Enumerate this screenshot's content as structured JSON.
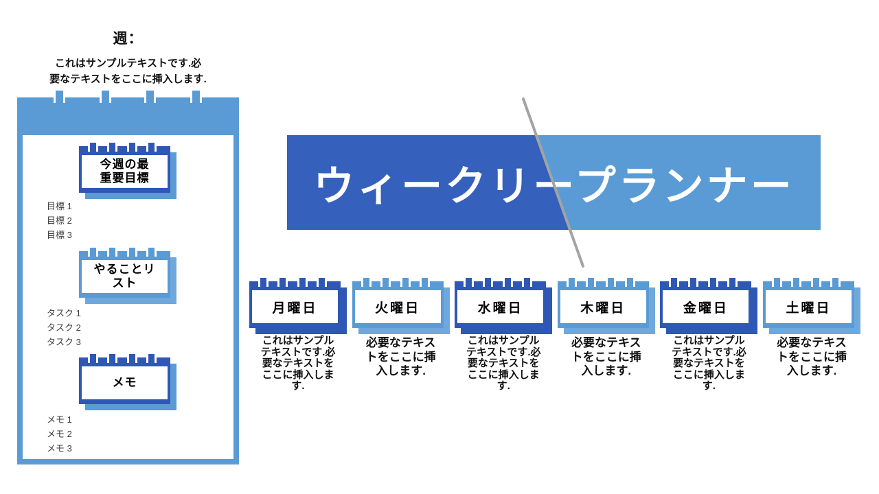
{
  "colors": {
    "dark_blue": "#2F57B5",
    "banner_dark_blue": "#3560BC",
    "medium_blue": "#5B9BD5",
    "light_shadow_blue": "#6FA8DC",
    "line_gray": "#A3A3A3",
    "text_black": "#1A1A1A",
    "white": "#FFFFFF"
  },
  "header": {
    "week_label": "週：",
    "week_note": "これはサンプルテキストです.必\n要なテキストをここに挿入します."
  },
  "title": {
    "text": "ウィークリープランナー"
  },
  "panel": {
    "sections": [
      {
        "title": "今週の最\n重要目標",
        "tone": "dark",
        "items": [
          "目標 1",
          "目標 2",
          "目標 3"
        ]
      },
      {
        "title": "やることリ\nスト",
        "tone": "light",
        "items": [
          "タスク 1",
          "タスク 2",
          "タスク 3"
        ]
      },
      {
        "title": "メモ",
        "tone": "dark",
        "items": [
          "メモ 1",
          "メモ 2",
          "メモ 3"
        ]
      }
    ]
  },
  "days": [
    {
      "name": "月曜日",
      "tone": "dark",
      "note": "これはサンプル\nテキストです.必\n要なテキストを\nここに挿入しま\nす."
    },
    {
      "name": "火曜日",
      "tone": "light",
      "note": "必要なテキス\nトをここに挿\n入します."
    },
    {
      "name": "水曜日",
      "tone": "dark",
      "note": "これはサンプル\nテキストです.必\n要なテキストを\nここに挿入しま\nす."
    },
    {
      "name": "木曜日",
      "tone": "light",
      "note": "必要なテキス\nトをここに挿\n入します."
    },
    {
      "name": "金曜日",
      "tone": "dark",
      "note": "これはサンプル\nテキストです.必\n要なテキストを\nここに挿入しま\nす."
    },
    {
      "name": "土曜日",
      "tone": "light",
      "note": "必要なテキス\nトをここに挿\n入します."
    }
  ]
}
